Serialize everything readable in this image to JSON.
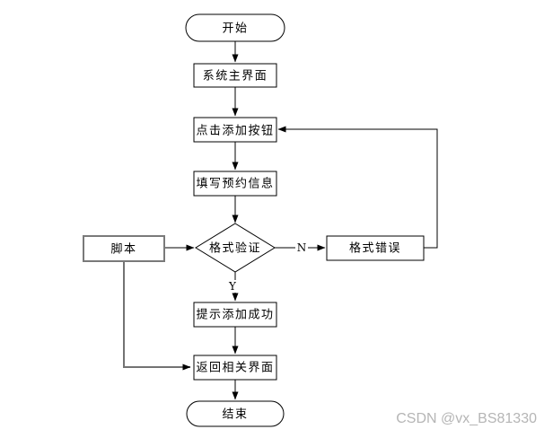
{
  "diagram": {
    "nodes": {
      "start": {
        "label": "开始",
        "type": "terminator"
      },
      "main_ui": {
        "label": "系统主界面",
        "type": "process"
      },
      "click_add": {
        "label": "点击添加按钮",
        "type": "process"
      },
      "fill_info": {
        "label": "填写预约信息",
        "type": "process"
      },
      "validate": {
        "label": "格式验证",
        "type": "decision"
      },
      "script": {
        "label": "脚本",
        "type": "process"
      },
      "format_error": {
        "label": "格式错误",
        "type": "process"
      },
      "success": {
        "label": "提示添加成功",
        "type": "process"
      },
      "return_ui": {
        "label": "返回相关界面",
        "type": "process"
      },
      "end": {
        "label": "结束",
        "type": "terminator"
      }
    },
    "edge_labels": {
      "no": "N",
      "yes": "Y"
    },
    "colors": {
      "line": "#000000",
      "node_border": "#000000",
      "script_border": "#7a7a7a",
      "background": "#ffffff"
    }
  },
  "watermark": {
    "text": "CSDN @vx_BS81330",
    "color": "#b5b5b5"
  }
}
